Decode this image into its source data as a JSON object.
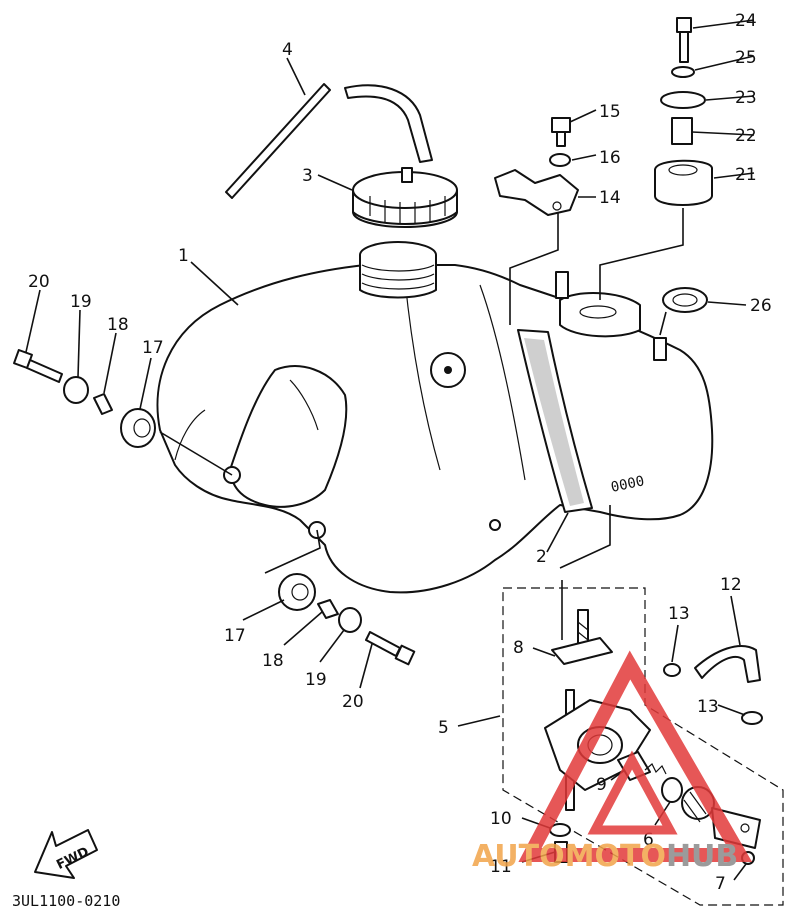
{
  "diagram": {
    "code": "3UL1100-0210",
    "fwd_label": "FWD",
    "callouts": {
      "c1": "1",
      "c2": "2",
      "c3": "3",
      "c4": "4",
      "c5": "5",
      "c6": "6",
      "c7": "7",
      "c8": "8",
      "c9": "9",
      "c10": "10",
      "c11": "11",
      "c12": "12",
      "c13a": "13",
      "c13b": "13",
      "c14": "14",
      "c15": "15",
      "c16": "16",
      "c17a": "17",
      "c17b": "17",
      "c18a": "18",
      "c18b": "18",
      "c19a": "19",
      "c19b": "19",
      "c20a": "20",
      "c20b": "20",
      "c21": "21",
      "c22": "22",
      "c23": "23",
      "c24": "24",
      "c25": "25",
      "c26": "26"
    }
  },
  "watermark": {
    "part1": "AUTO",
    "part2": "MOTO",
    "part3": "HUB",
    "color_primary": "#f2a44a",
    "color_secondary": "#8a8a8a",
    "color_triangle": "#e23a3a"
  }
}
